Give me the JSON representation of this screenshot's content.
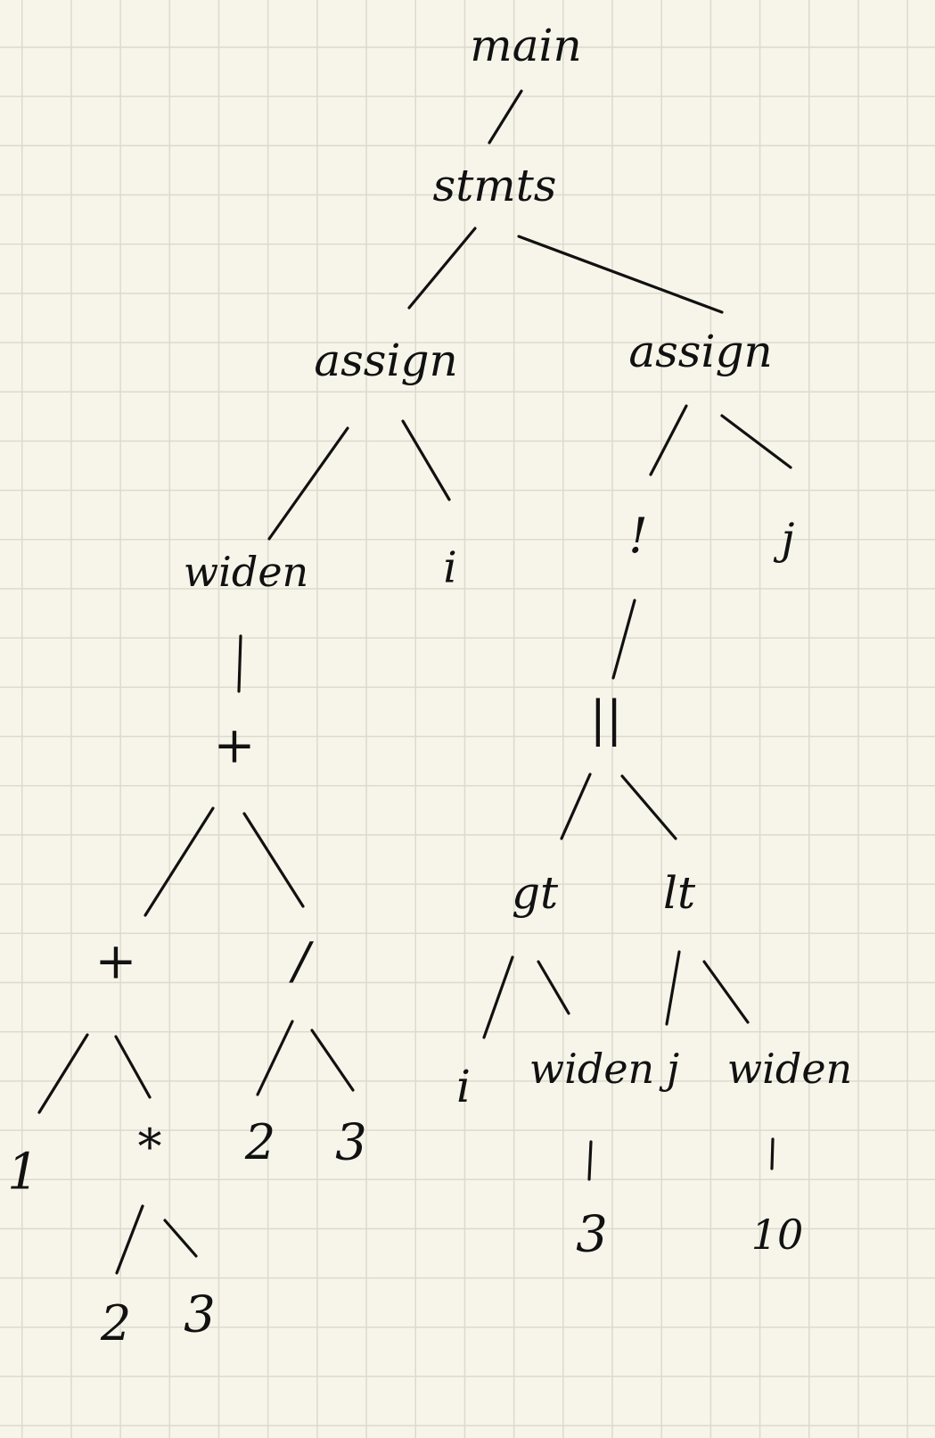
{
  "diagram": {
    "type": "syntax-tree",
    "nodes": [
      {
        "id": "main",
        "label": "main"
      },
      {
        "id": "stmts",
        "label": "stmts"
      },
      {
        "id": "assign1",
        "label": "assign"
      },
      {
        "id": "assign2",
        "label": "assign"
      },
      {
        "id": "widen1",
        "label": "widen"
      },
      {
        "id": "i1",
        "label": "i"
      },
      {
        "id": "not1",
        "label": "!"
      },
      {
        "id": "j1",
        "label": "j"
      },
      {
        "id": "plus1",
        "label": "+"
      },
      {
        "id": "or1",
        "label": "||"
      },
      {
        "id": "plus2",
        "label": "+"
      },
      {
        "id": "div1",
        "label": "/"
      },
      {
        "id": "gt1",
        "label": "gt"
      },
      {
        "id": "lt1",
        "label": "lt"
      },
      {
        "id": "one1",
        "label": "1"
      },
      {
        "id": "mul1",
        "label": "*"
      },
      {
        "id": "two1",
        "label": "2"
      },
      {
        "id": "three1",
        "label": "3"
      },
      {
        "id": "two2",
        "label": "2"
      },
      {
        "id": "three2",
        "label": "3"
      },
      {
        "id": "i2",
        "label": "i"
      },
      {
        "id": "widen2",
        "label": "widen"
      },
      {
        "id": "j2",
        "label": "j"
      },
      {
        "id": "widen3",
        "label": "widen"
      },
      {
        "id": "three3",
        "label": "3"
      },
      {
        "id": "ten1",
        "label": "10"
      }
    ],
    "edges": [
      [
        "main",
        "stmts"
      ],
      [
        "stmts",
        "assign1"
      ],
      [
        "stmts",
        "assign2"
      ],
      [
        "assign1",
        "widen1"
      ],
      [
        "assign1",
        "i1"
      ],
      [
        "assign2",
        "not1"
      ],
      [
        "assign2",
        "j1"
      ],
      [
        "widen1",
        "plus1"
      ],
      [
        "not1",
        "or1"
      ],
      [
        "plus1",
        "plus2"
      ],
      [
        "plus1",
        "div1"
      ],
      [
        "or1",
        "gt1"
      ],
      [
        "or1",
        "lt1"
      ],
      [
        "plus2",
        "one1"
      ],
      [
        "plus2",
        "mul1"
      ],
      [
        "div1",
        "two1"
      ],
      [
        "div1",
        "three1"
      ],
      [
        "gt1",
        "i2"
      ],
      [
        "gt1",
        "widen2"
      ],
      [
        "lt1",
        "j2"
      ],
      [
        "lt1",
        "widen3"
      ],
      [
        "mul1",
        "two2"
      ],
      [
        "mul1",
        "three2"
      ],
      [
        "widen2",
        "three3"
      ],
      [
        "widen3",
        "ten1"
      ]
    ]
  }
}
